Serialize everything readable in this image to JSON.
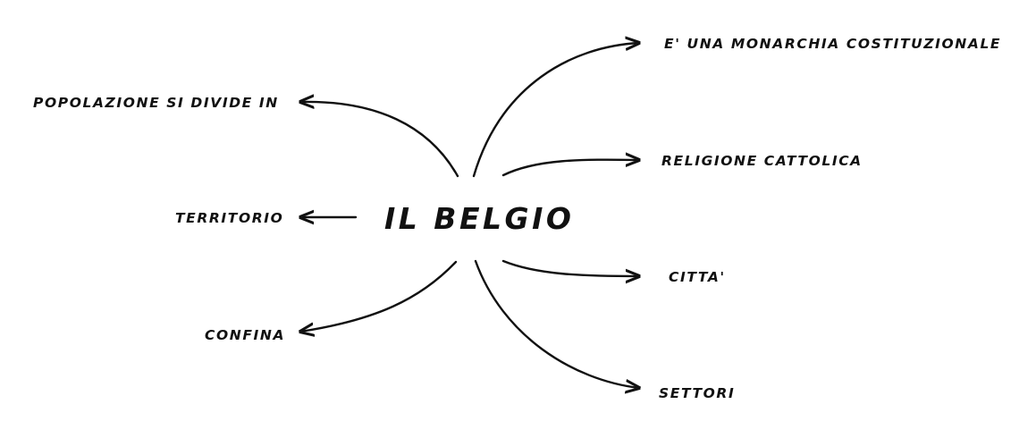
{
  "center": {
    "title": "IL BELGIO"
  },
  "branches": [
    {
      "id": "monarchia",
      "label": "E' UNA MONARCHIA COSTITUZIONALE"
    },
    {
      "id": "religione",
      "label": "RELIGIONE CATTOLICA"
    },
    {
      "id": "citta",
      "label": "CITTA'"
    },
    {
      "id": "settori",
      "label": "SETTORI"
    },
    {
      "id": "popolazione",
      "label": "POPOLAZIONE SI DIVIDE IN"
    },
    {
      "id": "territorio",
      "label": "TERRITORIO"
    },
    {
      "id": "confina",
      "label": "CONFINA"
    }
  ],
  "colors": {
    "ink": "#111111",
    "background": "#ffffff"
  }
}
